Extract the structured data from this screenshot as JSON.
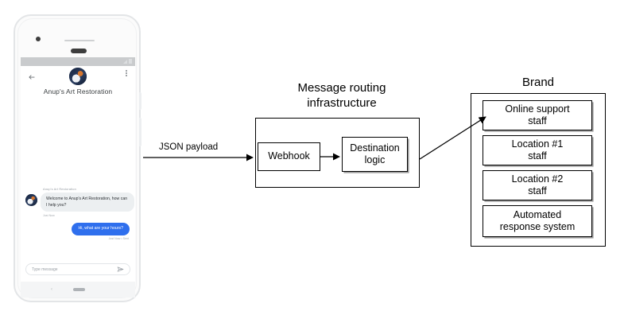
{
  "phone": {
    "app_bar": {
      "back_icon": "back-arrow-icon",
      "menu_icon": "kebab-menu-icon",
      "avatar_icon": "brand-avatar",
      "title": "Anup's Art Restoration"
    },
    "status_bar": {
      "signal_icon": "signal-icon",
      "battery_icon": "battery-icon"
    },
    "conversation": [
      {
        "direction": "incoming",
        "sender": "Anup's Art Restoration",
        "text": "Welcome to Anup's Art Restoration, how can I help you?",
        "meta": "Just Now"
      },
      {
        "direction": "outgoing",
        "text": "Hi, what are your hours?",
        "meta": "Just Now • Sent"
      }
    ],
    "composer": {
      "placeholder": "Type message",
      "send_icon": "send-icon"
    },
    "nav_bar": {
      "back_icon": "nav-back-icon",
      "home_icon": "nav-home-pill"
    }
  },
  "diagram": {
    "payload_label": "JSON payload",
    "infrastructure": {
      "title_line1": "Message routing",
      "title_line2": "infrastructure",
      "nodes": [
        {
          "label": "Webhook"
        },
        {
          "label_line1": "Destination",
          "label_line2": "logic"
        }
      ]
    },
    "brand": {
      "title": "Brand",
      "items": [
        {
          "line1": "Online support",
          "line2": "staff"
        },
        {
          "line1": "Location #1",
          "line2": "staff"
        },
        {
          "line1": "Location #2",
          "line2": "staff"
        },
        {
          "line1": "Automated",
          "line2": "response system"
        }
      ]
    }
  },
  "colors": {
    "outgoing_bubble": "#2f6fed",
    "incoming_bubble": "#eceff1",
    "stroke": "#000000",
    "phone_bezel": "#e3e5e7"
  }
}
